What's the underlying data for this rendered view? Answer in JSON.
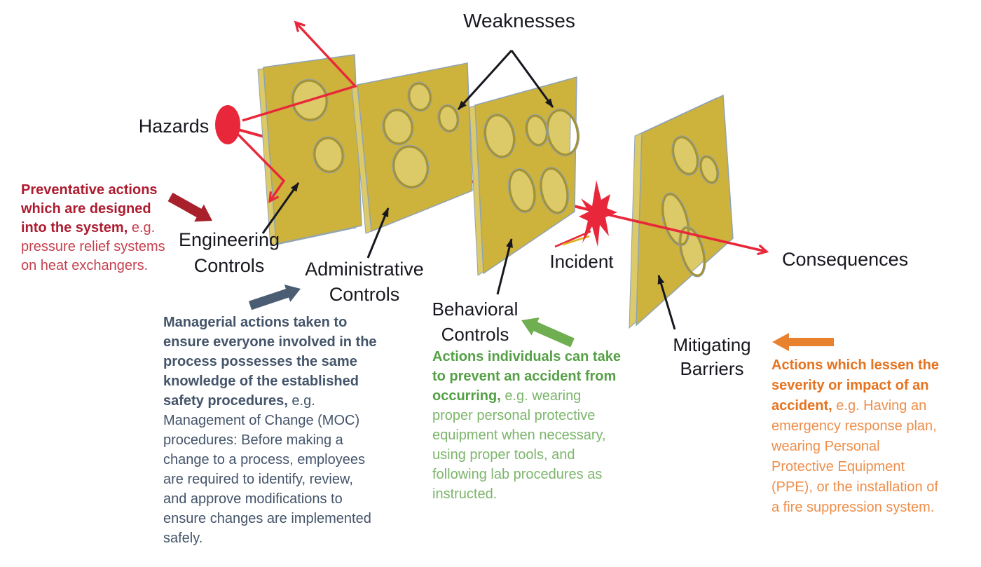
{
  "flow": {
    "weaknesses": "Weaknesses",
    "hazards": "Hazards",
    "incident": "Incident",
    "consequences": "Consequences"
  },
  "barriers": [
    {
      "name": "Engineering\nControls",
      "note_emphasis": "Preventative actions\nwhich are designed\ninto the system,",
      "note_rest": " e.g.\npressure relief systems\non heat exchangers."
    },
    {
      "name": "Administrative\nControls",
      "note_emphasis": "Managerial actions taken to\nensure everyone involved in the\nprocess possesses the same\nknowledge of the established\nsafety procedures,",
      "note_rest": " e.g.\nManagement of Change (MOC)\nprocedures: Before making a\nchange to a process, employees\nare required to identify, review,\nand approve modifications to\nensure changes are implemented\nsafely."
    },
    {
      "name": "Behavioral\nControls",
      "note_emphasis": "Actions individuals can take\nto prevent an accident from\noccurring,",
      "note_rest": " e.g. wearing\nproper personal protective\nequipment when necessary,\nusing proper tools, and\nfollowing lab procedures as\ninstructed."
    },
    {
      "name": "Mitigating\nBarriers",
      "note_emphasis": "Actions which lessen the\nseverity or impact of an\naccident,",
      "note_rest": " e.g. Having an\nemergency response plan,\nwearing Personal\nProtective Equipment\n(PPE), or the installation of\na fire suppression system."
    }
  ],
  "colors": {
    "cheese_fill": "#cdb23c",
    "cheese_side": "#dcc968",
    "cheese_edge": "#8fa3b5",
    "hole_rim": "#a39132",
    "ray_red": "#e8283a",
    "accent_yellow": "#d9b21c",
    "label_text": "#17171f",
    "crimson_bold": "#ad1c30",
    "crimson_regular": "#c5404e",
    "slate_text": "#44546a",
    "green_bold": "#55a046",
    "green_regular": "#7cb56b",
    "orange_bold": "#e5731f",
    "orange_regular": "#ee8e4a",
    "crimson_arrow": "#a8202c",
    "slate_arrow": "#4a5d73",
    "green_arrow": "#6fae51",
    "orange_arrow": "#e8822f"
  }
}
